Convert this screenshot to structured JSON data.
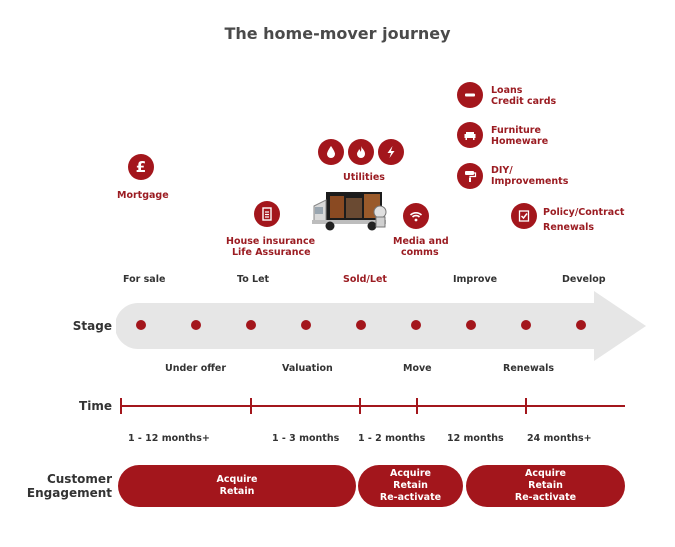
{
  "title": "The home-mover journey",
  "products": {
    "mortgage": "Mortgage",
    "house_insurance": [
      "House insurance",
      "Life Assurance"
    ],
    "utilities": "Utilities",
    "media": [
      "Media and",
      "comms"
    ],
    "loans": [
      "Loans",
      "Credit cards"
    ],
    "furniture": [
      "Furniture",
      "Homeware"
    ],
    "diy": [
      "DIY/",
      "Improvements"
    ],
    "policy": [
      "Policy/Contract",
      "Renewals"
    ]
  },
  "stage": {
    "label": "Stage",
    "top_labels": [
      "For sale",
      "To Let",
      "Sold/Let",
      "Improve",
      "Develop"
    ],
    "bottom_labels": [
      "Under offer",
      "Valuation",
      "Move",
      "Renewals"
    ]
  },
  "time": {
    "label": "Time",
    "labels": [
      "1 - 12 months+",
      "1 - 3 months",
      "1 - 2 months",
      "12 months",
      "24 months+"
    ]
  },
  "engagement": {
    "label": [
      "Customer",
      "Engagement"
    ],
    "pills": [
      [
        "Acquire",
        "Retain"
      ],
      [
        "Acquire",
        "Retain",
        "Re-activate"
      ],
      [
        "Acquire",
        "Retain",
        "Re-activate"
      ]
    ]
  },
  "colors": {
    "accent": "#a3161c",
    "arrow": "#e6e6e6",
    "text": "#333333"
  },
  "icons": [
    "pound-icon",
    "document-icon",
    "water-drop-icon",
    "flame-icon",
    "lightning-icon",
    "wifi-icon",
    "no-entry-icon",
    "sofa-icon",
    "paint-roller-icon",
    "checklist-icon",
    "removal-van-icon"
  ]
}
